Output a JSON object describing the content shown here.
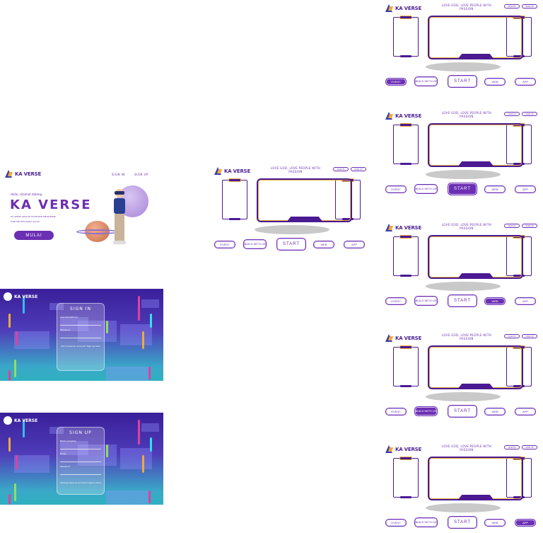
{
  "brand": "KA VERSE",
  "landing": {
    "nav": {
      "sign_in": "SIGN IN",
      "sign_up": "SIGN UP"
    },
    "greeting": "Hallo, selamat datang",
    "title": "KA VERSE",
    "subtitle_1": "KA VERSE ADALAH PLATFORM METAVERSE",
    "subtitle_2": "DARI KBI KELUARGA ALLAH",
    "cta": "MULAI"
  },
  "sign_in": {
    "title": "SIGN IN",
    "fields": [
      "Username/Email",
      "Password"
    ],
    "footer": "Don't have an account? Sign up here"
  },
  "sign_up": {
    "title": "SIGN UP",
    "fields": [
      "Nama Lengkap",
      "Email",
      "Password"
    ],
    "footer": "Already have an account? Sign in here"
  },
  "frame": {
    "headline": "LOVE GOD, LOVE PEOPLE WITH PASSION",
    "sign_in": "SIGN IN",
    "sign_up": "SIGN UP",
    "buttons": [
      "EVENT",
      "BUILD WITH US",
      "START",
      "WEB",
      "APP"
    ]
  },
  "frame_variants": [
    {
      "active": null
    },
    {
      "active": "EVENT"
    },
    {
      "active": "START"
    },
    {
      "active": "WEB"
    },
    {
      "active": "BUILD WITH US"
    },
    {
      "active": "APP"
    }
  ],
  "colors": {
    "brand_purple": "#6b2fb3",
    "dark_purple": "#4b1a92",
    "accent_gold": "#e8b03a"
  }
}
